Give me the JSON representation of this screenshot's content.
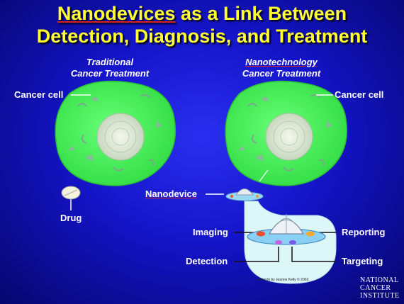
{
  "title": {
    "highlight": "Nanodevices",
    "line1_rest": " as a Link Between",
    "line2": "Detection, Diagnosis, and Treatment"
  },
  "left_panel": {
    "heading_line1": "Traditional",
    "heading_line2": "Cancer Treatment",
    "cell_label": "Cancer cell",
    "drug_label": "Drug"
  },
  "right_panel": {
    "heading_line1": "Nanotechnology",
    "heading_line2": "Cancer Treatment",
    "cell_label": "Cancer cell",
    "device_label": "Nanodevice",
    "imaging_label": "Imaging",
    "reporting_label": "Reporting",
    "detection_label": "Detection",
    "targeting_label": "Targeting",
    "credit": "Artwork by Jeanne Kelly © 2002."
  },
  "logo": {
    "line1": "NATIONAL",
    "line2": "CANCER",
    "line3": "INSTITUTE"
  },
  "colors": {
    "background": "#1414c8",
    "title": "#ffff33",
    "cell": "#44ee55",
    "zoom_panel": "#ddf6f8"
  }
}
